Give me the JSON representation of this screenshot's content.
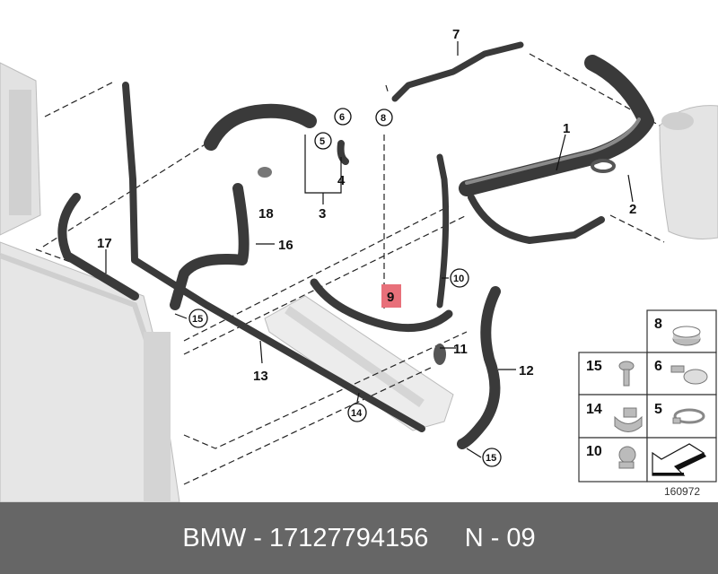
{
  "diagram": {
    "labels": {
      "p1": "1",
      "p2": "2",
      "p3": "3",
      "p4": "4",
      "p5": "5",
      "p6": "6",
      "p7": "7",
      "p8": "8",
      "p9": "9",
      "p10": "10",
      "p11": "11",
      "p12": "12",
      "p13": "13",
      "p14": "14",
      "p15a": "15",
      "p15b": "15",
      "p16": "16",
      "p17": "17",
      "p18": "18"
    },
    "highlight_color": "#e8707a",
    "legend": {
      "cells": [
        "8",
        "15",
        "6",
        "14",
        "5",
        "10"
      ],
      "image_number": "160972"
    }
  },
  "footer": {
    "brand": "BMW",
    "part_number": "17127794156",
    "ref": "N - 09",
    "background": "#666666"
  }
}
